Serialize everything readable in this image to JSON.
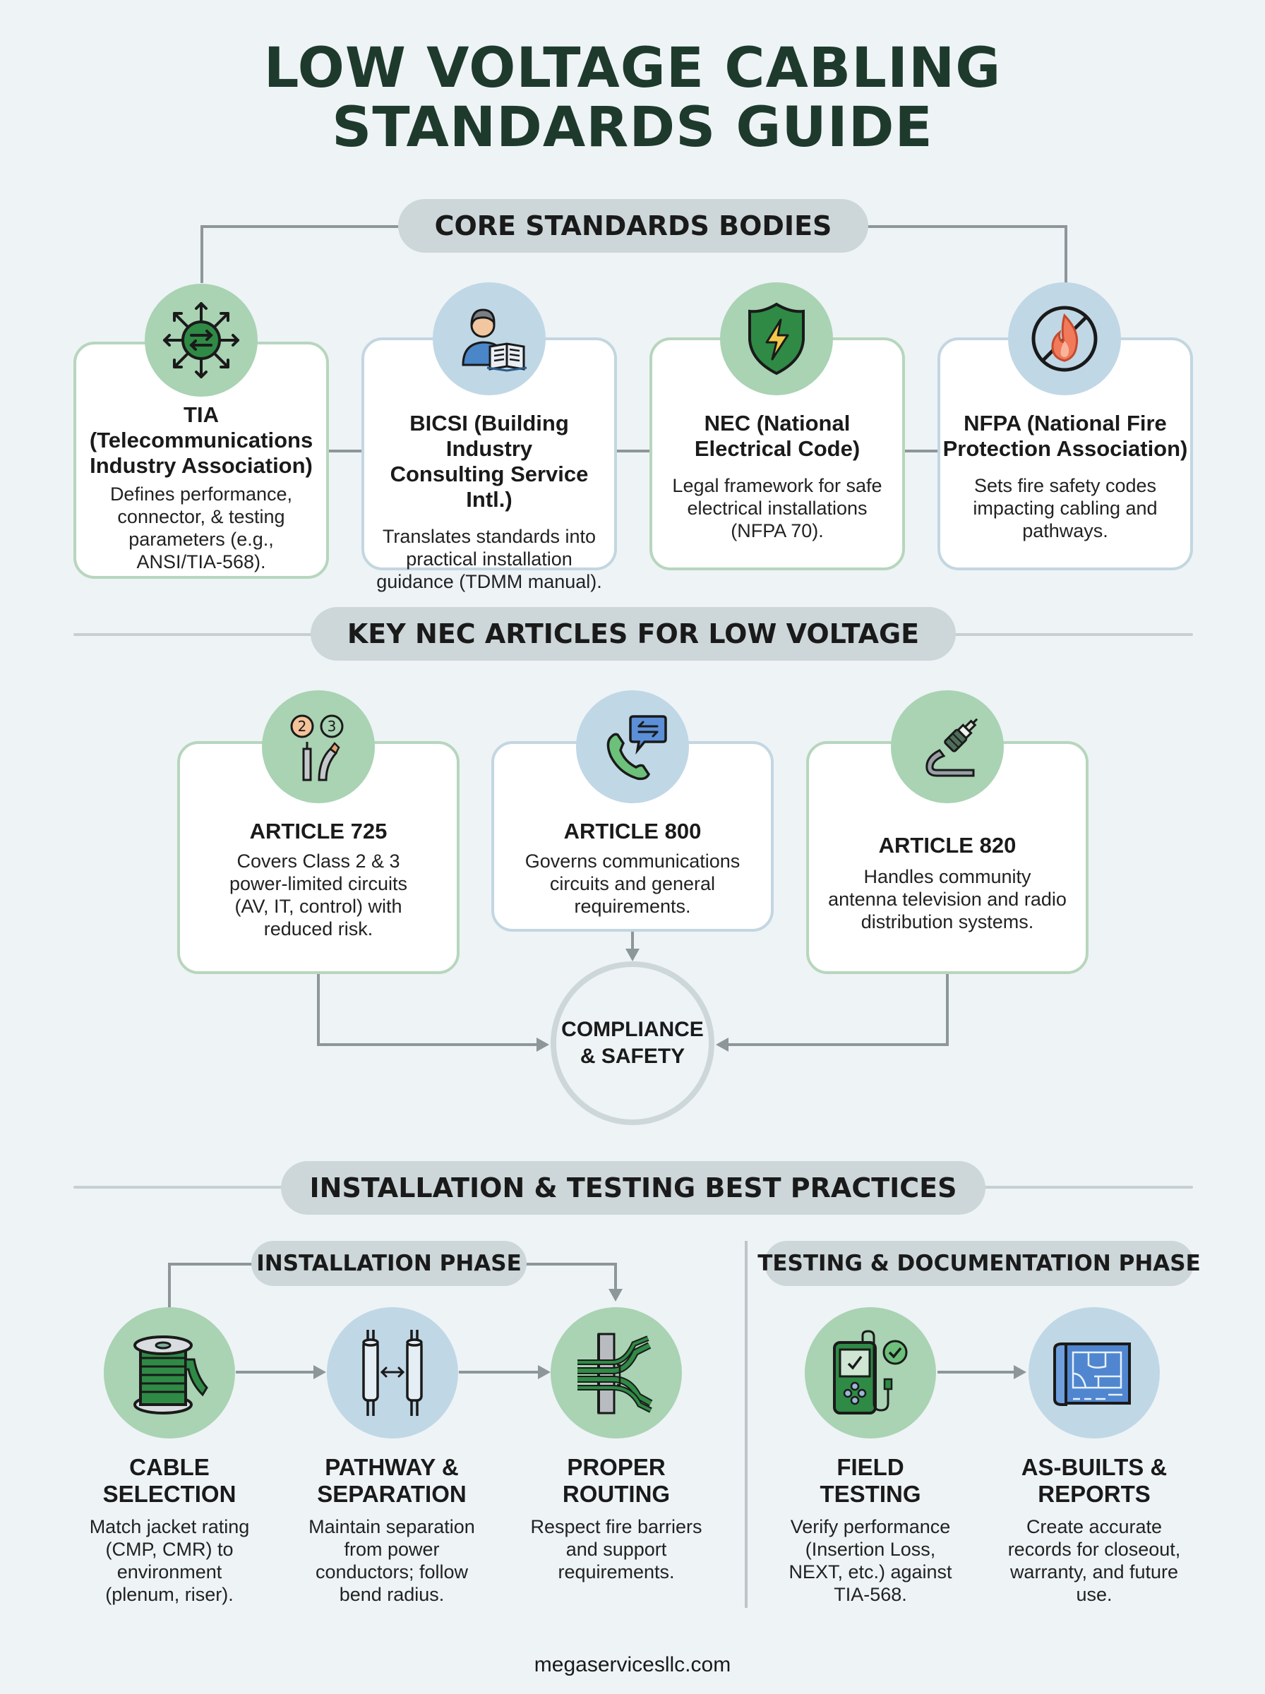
{
  "header": {
    "title_line1": "LOW VOLTAGE CABLING",
    "title_line2": "STANDARDS GUIDE"
  },
  "colors": {
    "background": "#eef3f6",
    "title": "#1e3a2c",
    "pill": "#cdd7d9",
    "green_circle": "#a9d3b3",
    "blue_circle": "#c0d7e6",
    "green_border": "#b7d6bd",
    "blue_border": "#c3d6e1",
    "connector": "#8d9698"
  },
  "core_standards": {
    "heading": "CORE STANDARDS BODIES",
    "bodies": [
      {
        "icon": "network-exchange-icon",
        "title": "TIA\n(Telecommunications\nIndustry Association)",
        "description": "Defines performance,\nconnector, & testing\nparameters (e.g.,\nANSI/TIA-568)."
      },
      {
        "icon": "person-reading-manual-icon",
        "title": "BICSI (Building Industry\nConsulting Service Intl.)",
        "description": "Translates standards into\npractical installation\nguidance (TDMM manual)."
      },
      {
        "icon": "shield-lightning-icon",
        "title": "NEC (National\nElectrical Code)",
        "description": "Legal framework for safe\nelectrical installations\n(NFPA 70)."
      },
      {
        "icon": "no-fire-icon",
        "title": "NFPA (National Fire\nProtection Association)",
        "description": "Sets fire safety codes\nimpacting cabling and\npathways."
      }
    ]
  },
  "nec_articles": {
    "heading": "KEY NEC ARTICLES FOR LOW VOLTAGE",
    "articles": [
      {
        "icon": "class-2-3-wires-icon",
        "badge_a": "2",
        "badge_b": "3",
        "title": "ARTICLE 725",
        "description": "Covers Class 2 & 3\npower-limited circuits\n(AV, IT, control) with\nreduced risk."
      },
      {
        "icon": "phone-chat-icon",
        "title": "ARTICLE 800",
        "description": "Governs communications\ncircuits and general\nrequirements."
      },
      {
        "icon": "coax-cable-icon",
        "title": "ARTICLE 820",
        "description": "Handles community\nantenna television and radio\ndistribution systems."
      }
    ],
    "hub": "COMPLIANCE\n& SAFETY"
  },
  "best_practices": {
    "heading": "INSTALLATION & TESTING BEST PRACTICES",
    "installation_phase": {
      "label": "INSTALLATION PHASE",
      "steps": [
        {
          "icon": "cable-spool-icon",
          "title": "CABLE\nSELECTION",
          "description": "Match jacket rating\n(CMP, CMR) to\nenvironment\n(plenum, riser)."
        },
        {
          "icon": "conduit-separation-icon",
          "title": "PATHWAY &\nSEPARATION",
          "description": "Maintain separation\nfrom power\nconductors; follow\nbend radius."
        },
        {
          "icon": "cable-routing-icon",
          "title": "PROPER\nROUTING",
          "description": "Respect fire barriers\nand support\nrequirements."
        }
      ]
    },
    "testing_phase": {
      "label": "TESTING & DOCUMENTATION PHASE",
      "steps": [
        {
          "icon": "cable-tester-icon",
          "title": "FIELD\nTESTING",
          "description": "Verify performance\n(Insertion Loss,\nNEXT, etc.) against\nTIA-568."
        },
        {
          "icon": "blueprint-icon",
          "title": "AS-BUILTS &\nREPORTS",
          "description": "Create accurate\nrecords for closeout,\nwarranty, and future\nuse."
        }
      ]
    }
  },
  "footer": {
    "website": "megaservicesllc.com"
  }
}
